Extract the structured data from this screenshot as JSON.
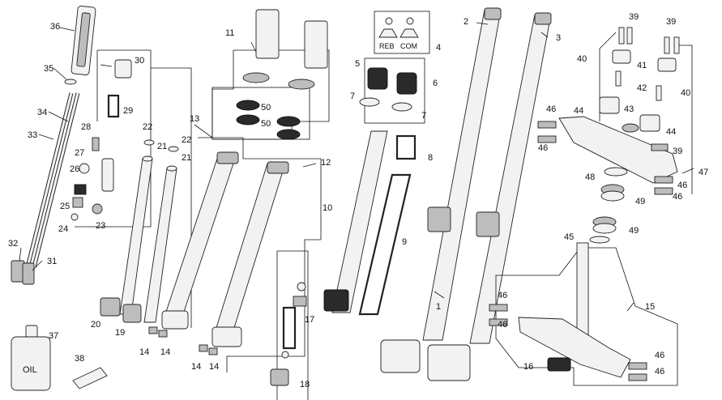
{
  "diagram": {
    "callouts": [
      {
        "id": "1",
        "label": "1"
      },
      {
        "id": "2",
        "label": "2"
      },
      {
        "id": "3",
        "label": "3"
      },
      {
        "id": "4",
        "label": "4"
      },
      {
        "id": "5",
        "label": "5"
      },
      {
        "id": "6",
        "label": "6"
      },
      {
        "id": "7a",
        "label": "7"
      },
      {
        "id": "7b",
        "label": "7"
      },
      {
        "id": "8",
        "label": "8"
      },
      {
        "id": "9",
        "label": "9"
      },
      {
        "id": "10",
        "label": "10"
      },
      {
        "id": "11",
        "label": "11"
      },
      {
        "id": "12",
        "label": "12"
      },
      {
        "id": "13",
        "label": "13"
      },
      {
        "id": "14a",
        "label": "14"
      },
      {
        "id": "14b",
        "label": "14"
      },
      {
        "id": "14c",
        "label": "14"
      },
      {
        "id": "14d",
        "label": "14"
      },
      {
        "id": "15",
        "label": "15"
      },
      {
        "id": "16",
        "label": "16"
      },
      {
        "id": "17",
        "label": "17"
      },
      {
        "id": "18",
        "label": "18"
      },
      {
        "id": "19",
        "label": "19"
      },
      {
        "id": "20",
        "label": "20"
      },
      {
        "id": "21a",
        "label": "21"
      },
      {
        "id": "21b",
        "label": "21"
      },
      {
        "id": "22a",
        "label": "22"
      },
      {
        "id": "22b",
        "label": "22"
      },
      {
        "id": "23",
        "label": "23"
      },
      {
        "id": "24",
        "label": "24"
      },
      {
        "id": "25",
        "label": "25"
      },
      {
        "id": "26",
        "label": "26"
      },
      {
        "id": "27",
        "label": "27"
      },
      {
        "id": "28",
        "label": "28"
      },
      {
        "id": "29",
        "label": "29"
      },
      {
        "id": "30",
        "label": "30"
      },
      {
        "id": "31",
        "label": "31"
      },
      {
        "id": "32",
        "label": "32"
      },
      {
        "id": "33",
        "label": "33"
      },
      {
        "id": "34",
        "label": "34"
      },
      {
        "id": "35",
        "label": "35"
      },
      {
        "id": "36",
        "label": "36"
      },
      {
        "id": "37",
        "label": "37"
      },
      {
        "id": "38",
        "label": "38"
      },
      {
        "id": "39a",
        "label": "39"
      },
      {
        "id": "39b",
        "label": "39"
      },
      {
        "id": "39c",
        "label": "39"
      },
      {
        "id": "40a",
        "label": "40"
      },
      {
        "id": "40b",
        "label": "40"
      },
      {
        "id": "41",
        "label": "41"
      },
      {
        "id": "42",
        "label": "42"
      },
      {
        "id": "43",
        "label": "43"
      },
      {
        "id": "44a",
        "label": "44"
      },
      {
        "id": "44b",
        "label": "44"
      },
      {
        "id": "45",
        "label": "45"
      },
      {
        "id": "46a",
        "label": "46"
      },
      {
        "id": "46b",
        "label": "46"
      },
      {
        "id": "46c",
        "label": "46"
      },
      {
        "id": "46d",
        "label": "46"
      },
      {
        "id": "46e",
        "label": "46"
      },
      {
        "id": "46f",
        "label": "46"
      },
      {
        "id": "46g",
        "label": "46"
      },
      {
        "id": "46h",
        "label": "46"
      },
      {
        "id": "47",
        "label": "47"
      },
      {
        "id": "48",
        "label": "48"
      },
      {
        "id": "49a",
        "label": "49"
      },
      {
        "id": "49b",
        "label": "49"
      },
      {
        "id": "50a",
        "label": "50"
      },
      {
        "id": "50b",
        "label": "50"
      }
    ],
    "adjuster_labels": {
      "rebound": "REB",
      "compression": "COM"
    },
    "bottle_label": "OIL"
  }
}
